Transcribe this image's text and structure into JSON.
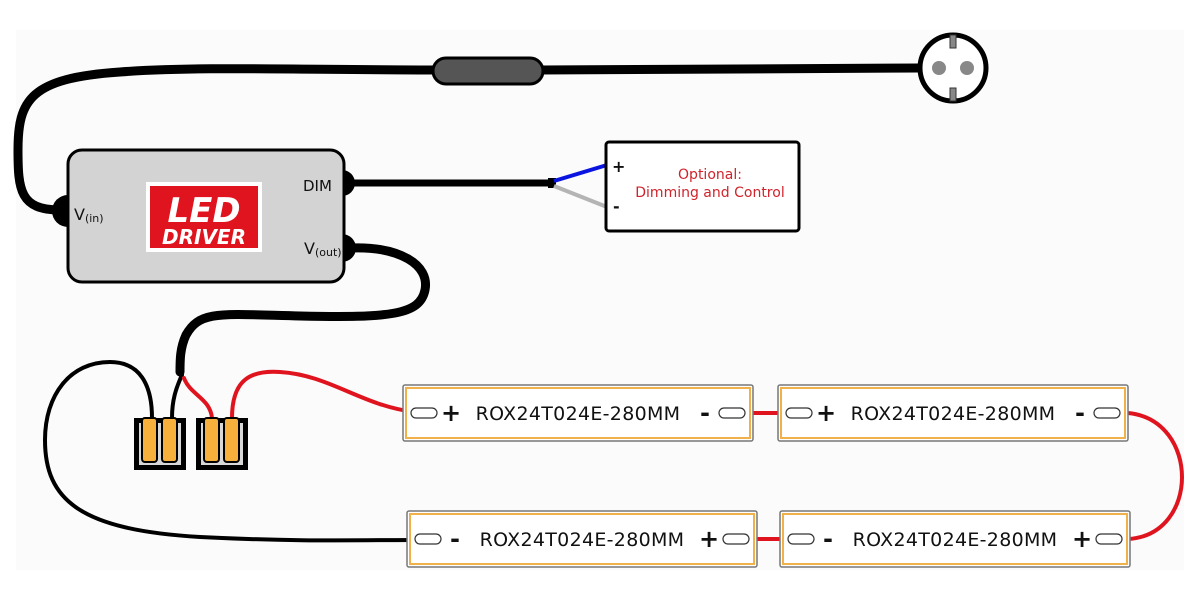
{
  "diagram": {
    "driver": {
      "logo_line1": "LED",
      "logo_line2": "DRIVER",
      "port_vin": "V",
      "port_vin_sub": "(in)",
      "port_dim": "DIM",
      "port_vout": "V",
      "port_vout_sub": "(out)"
    },
    "optional_box": {
      "plus": "+",
      "minus": "-",
      "line1": "Optional:",
      "line2": "Dimming and Control"
    },
    "strips": [
      {
        "label": "ROX24T024E-280MM",
        "left_sign": "+",
        "right_sign": "-"
      },
      {
        "label": "ROX24T024E-280MM",
        "left_sign": "+",
        "right_sign": "-"
      },
      {
        "label": "ROX24T024E-280MM",
        "left_sign": "-",
        "right_sign": "+"
      },
      {
        "label": "ROX24T024E-280MM",
        "left_sign": "-",
        "right_sign": "+"
      }
    ],
    "colors": {
      "logo_red": "#e0141e",
      "driver_gray": "#d3d3d3",
      "wire_red": "#e0141e",
      "wire_blue": "#0a14e0",
      "wire_gray": "#b4b4b4",
      "strip_gold": "#f0b14a",
      "connector_orange": "#f7b03c",
      "optional_text": "#d0232b"
    },
    "icons": [
      "power-plug-icon",
      "inline-switch-icon",
      "wago-connector-icon"
    ]
  }
}
